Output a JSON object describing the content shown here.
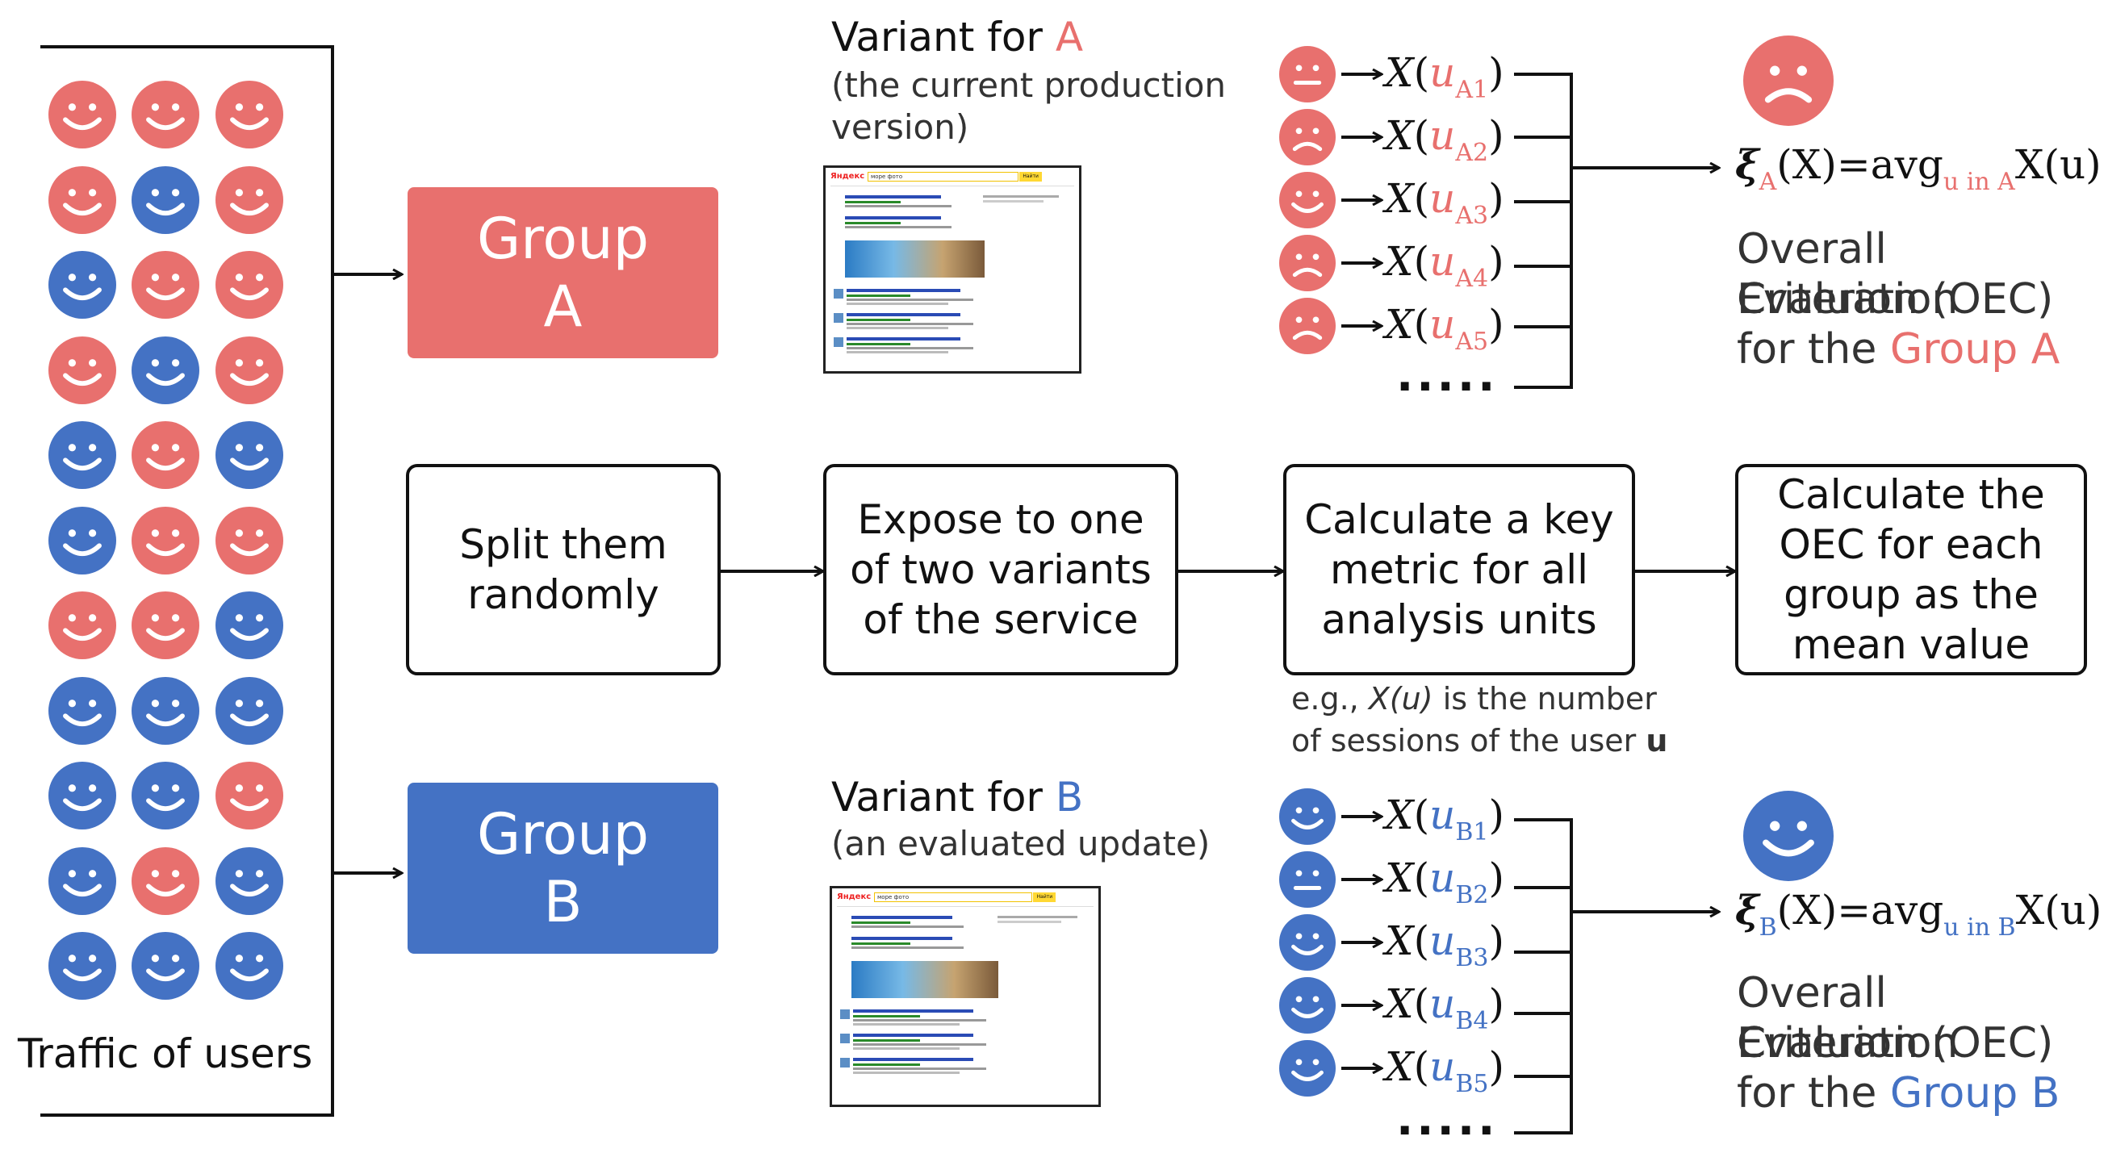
{
  "colors": {
    "red": "#E8706E",
    "blue": "#4472C4",
    "dark": "#111111"
  },
  "traffic": {
    "label": "Traffic of users",
    "faces": [
      [
        "red",
        "red",
        "red"
      ],
      [
        "red",
        "blue",
        "red"
      ],
      [
        "blue",
        "red",
        "red"
      ],
      [
        "red",
        "blue",
        "red"
      ],
      [
        "blue",
        "red",
        "blue"
      ],
      [
        "blue",
        "red",
        "red"
      ],
      [
        "red",
        "red",
        "blue"
      ],
      [
        "blue",
        "blue",
        "blue"
      ],
      [
        "blue",
        "blue",
        "red"
      ],
      [
        "blue",
        "red",
        "blue"
      ],
      [
        "blue",
        "blue",
        "blue"
      ]
    ]
  },
  "groups": {
    "a": {
      "line1": "Group",
      "line2": "A"
    },
    "b": {
      "line1": "Group",
      "line2": "B"
    }
  },
  "steps": [
    {
      "text": "Split them randomly"
    },
    {
      "text": "Expose to one of two variants of the service"
    },
    {
      "text": "Calculate a key metric for all analysis units"
    },
    {
      "text": "Calculate the OEC for each group as the mean value"
    }
  ],
  "metric_note": {
    "prefix": "e.g., ",
    "var": "X(u)",
    "middle": " is the number",
    "line2": "of sessions of the user ",
    "user": "u"
  },
  "variant_a": {
    "title_prefix": "Variant for ",
    "title_letter": "A",
    "line2": "(the current production",
    "line3": "version)"
  },
  "variant_b": {
    "title_prefix": "Variant for ",
    "title_letter": "B",
    "line2": "(an evaluated update)"
  },
  "units_a": {
    "faces": [
      "neutral",
      "sad",
      "happy",
      "sad",
      "sad"
    ],
    "labels": [
      "A1",
      "A2",
      "A3",
      "A4",
      "A5"
    ],
    "ellipsis": "....."
  },
  "units_b": {
    "faces": [
      "happy",
      "neutral",
      "happy",
      "happy",
      "happy"
    ],
    "labels": [
      "B1",
      "B2",
      "B3",
      "B4",
      "B5"
    ],
    "ellipsis": "....."
  },
  "oec_a": {
    "sub": "A",
    "formula_mid": "(X)=avg",
    "sub2": "u in A",
    "tail": "X(u)",
    "line1": "Overall Evaluation",
    "line2": "Criterion (OEC)",
    "line3_prefix": "for the ",
    "line3_group": "Group A",
    "face": "sad"
  },
  "oec_b": {
    "sub": "B",
    "formula_mid": "(X)=avg",
    "sub2": "u in B",
    "tail": "X(u)",
    "line1": "Overall Evaluation",
    "line2": "Criterion (OEC)",
    "line3_prefix": "for the ",
    "line3_group": "Group B",
    "face": "happy"
  },
  "search_snippet": {
    "brand": "Яндекс",
    "query": "море фото",
    "button": "Найти"
  }
}
